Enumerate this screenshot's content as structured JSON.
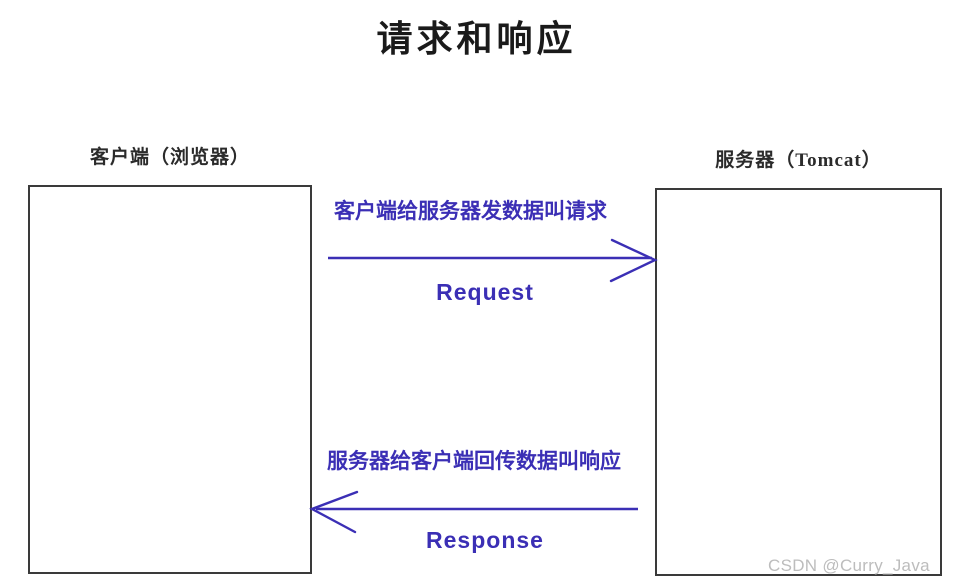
{
  "diagram": {
    "title": "请求和响应",
    "accent_color": "#3b2fb5",
    "box_border_color": "#3a3a3a",
    "background_color": "#ffffff",
    "nodes": [
      {
        "id": "client",
        "caption": "客户端（浏览器）"
      },
      {
        "id": "server",
        "caption": "服务器（Tomcat）"
      }
    ],
    "flows": [
      {
        "id": "request",
        "direction": "left-to-right",
        "note": "客户端给服务器发数据叫请求",
        "label": "Request"
      },
      {
        "id": "response",
        "direction": "right-to-left",
        "note": "服务器给客户端回传数据叫响应",
        "label": "Response"
      }
    ]
  },
  "watermark": {
    "text": "CSDN @Curry_Java"
  }
}
